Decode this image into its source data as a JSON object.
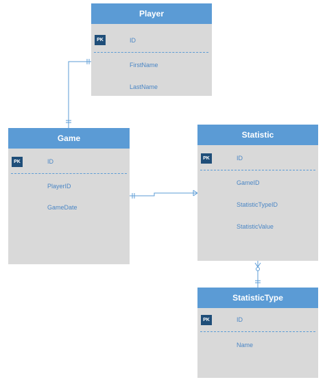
{
  "entities": {
    "player": {
      "title": "Player",
      "pk_badge": "PK",
      "pk_field": "ID",
      "fields": [
        "FirstName",
        "LastName"
      ]
    },
    "game": {
      "title": "Game",
      "pk_badge": "PK",
      "pk_field": "ID",
      "fields": [
        "PlayerID",
        "GameDate"
      ]
    },
    "statistic": {
      "title": "Statistic",
      "pk_badge": "PK",
      "pk_field": "ID",
      "fields": [
        "GameID",
        "StatisticTypeID",
        "StatisticValue"
      ]
    },
    "statistictype": {
      "title": "StatisticType",
      "pk_badge": "PK",
      "pk_field": "ID",
      "fields": [
        "Name"
      ]
    }
  },
  "colors": {
    "header": "#5b9bd5",
    "body": "#d9d9d9",
    "pk_badge": "#1f4e79",
    "field_text": "#4a86c5",
    "connector": "#5b9bd5"
  }
}
